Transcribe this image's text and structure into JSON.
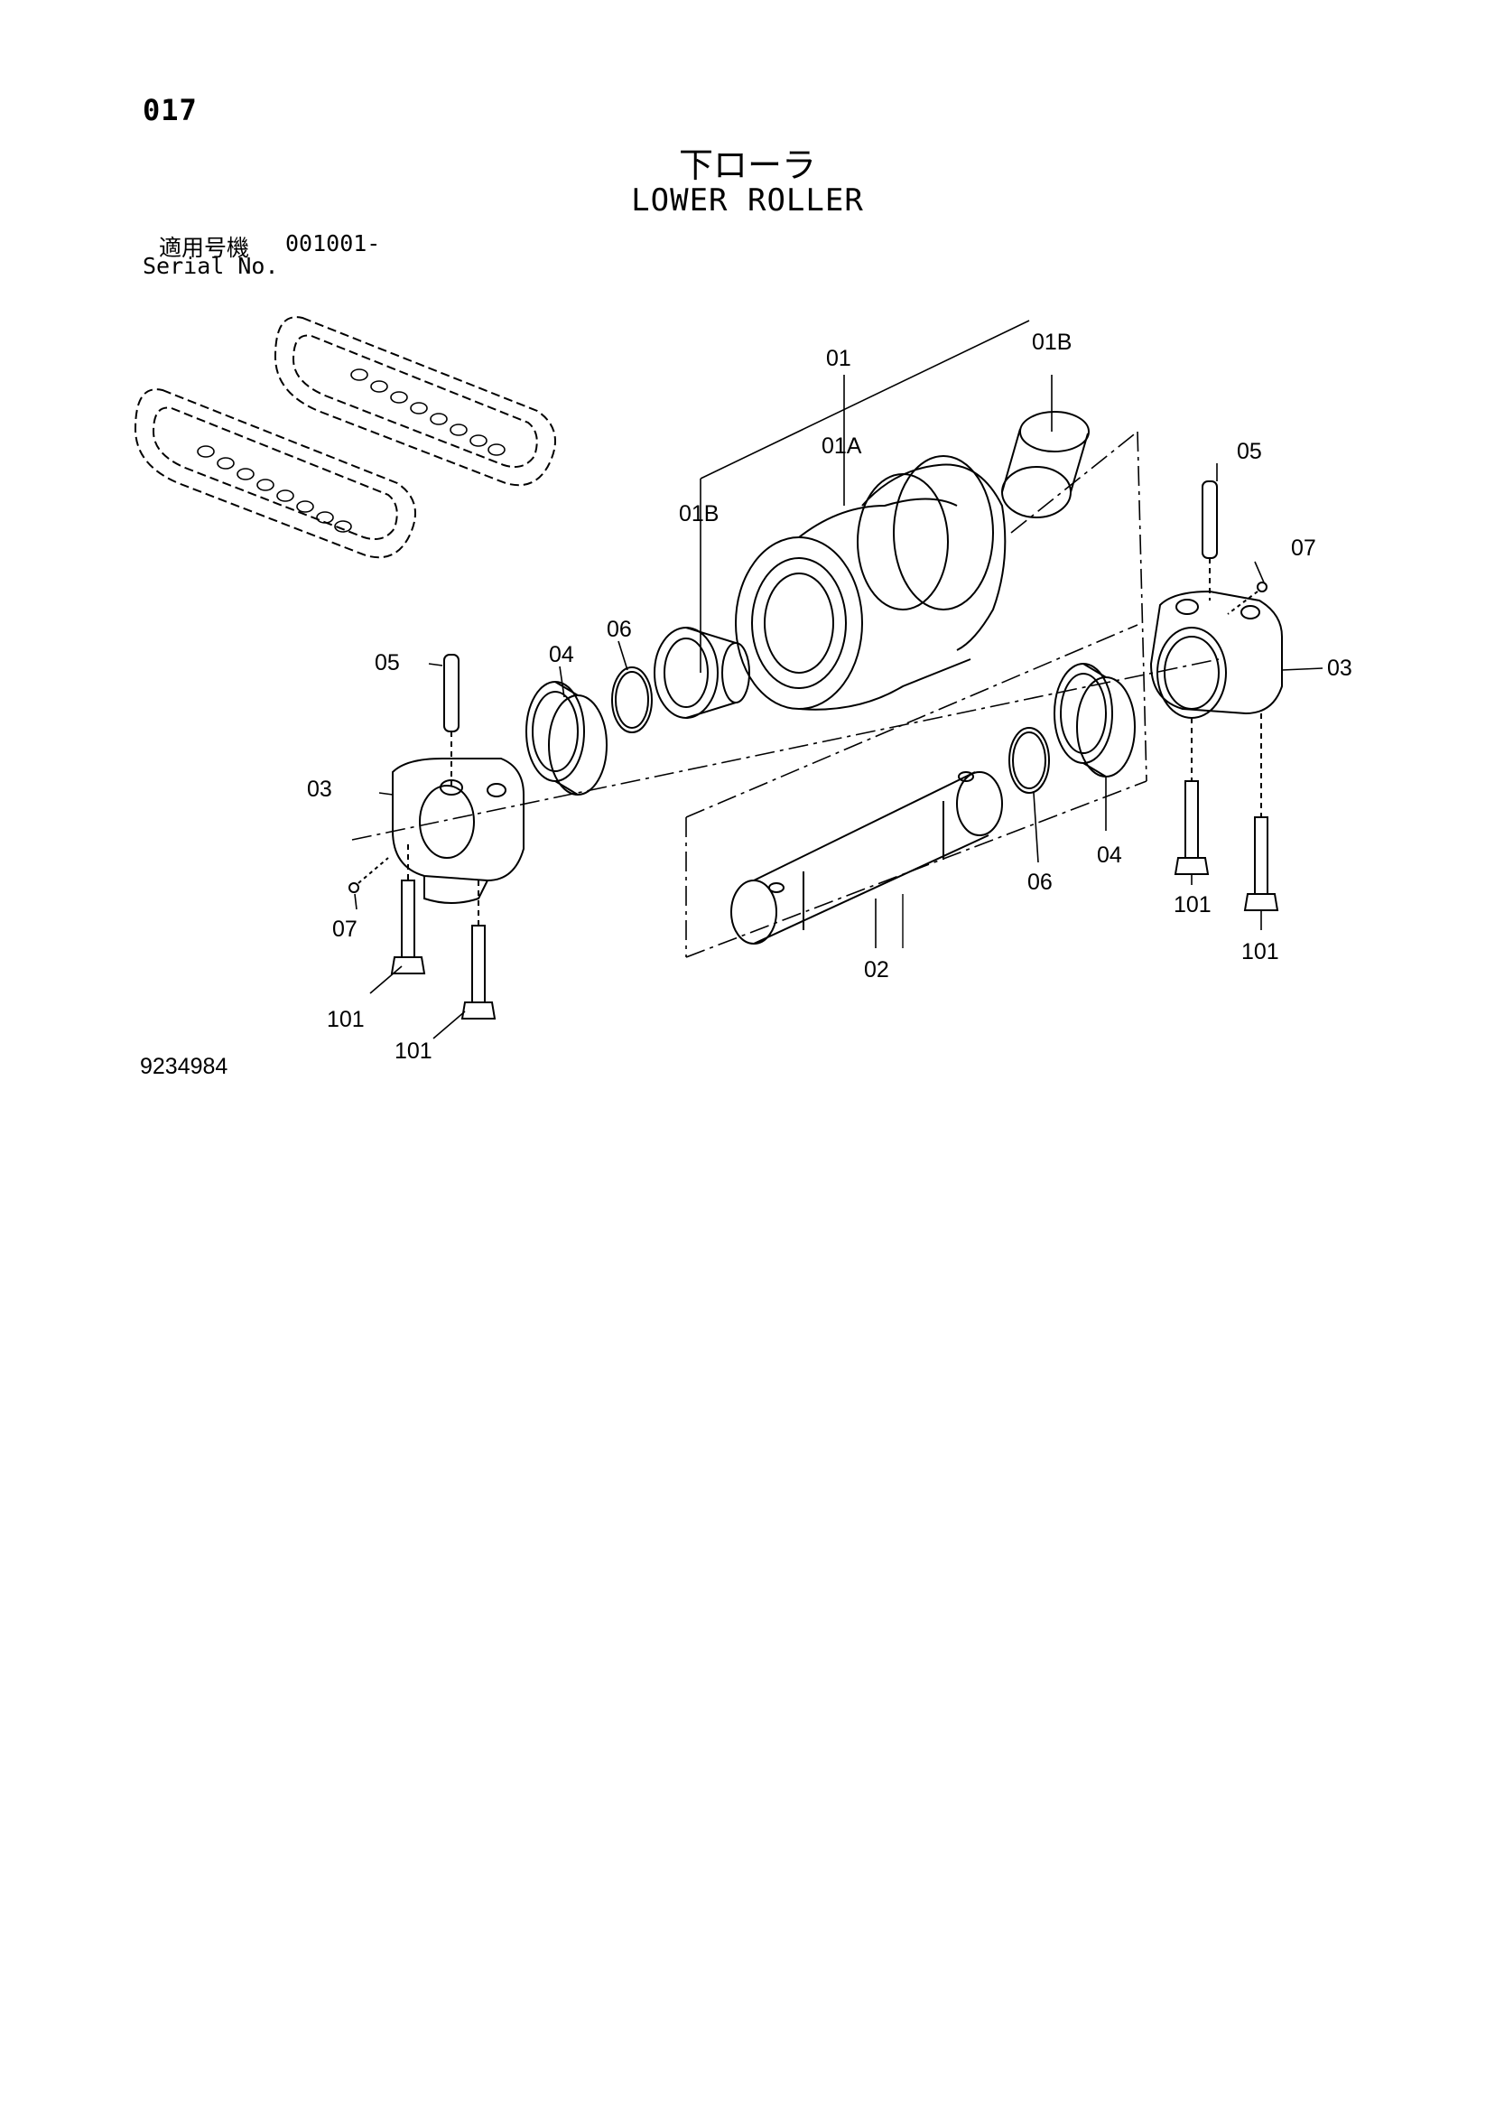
{
  "page": {
    "page_number": "017",
    "title_jp": "下ローラ",
    "title_en": "LOWER ROLLER",
    "serial_label_jp": "適用号機",
    "serial_value": "001001-",
    "serial_label_en": "Serial No.",
    "drawing_number": "9234984"
  },
  "callouts": {
    "c01": "01",
    "c01A": "01A",
    "c01B_top": "01B",
    "c01B_left": "01B",
    "c02": "02",
    "c03_left": "03",
    "c03_right": "03",
    "c04_left": "04",
    "c04_right": "04",
    "c05_left": "05",
    "c05_right": "05",
    "c06_left": "06",
    "c06_right": "06",
    "c07_left": "07",
    "c07_right": "07",
    "c101_a": "101",
    "c101_b": "101",
    "c101_c": "101",
    "c101_d": "101"
  }
}
